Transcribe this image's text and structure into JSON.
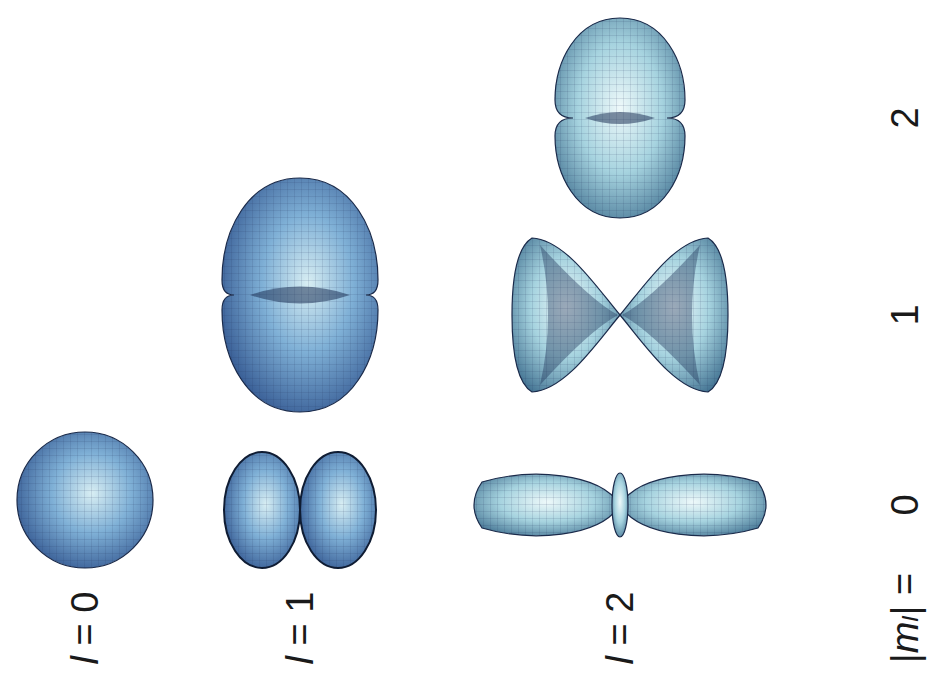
{
  "diagram": {
    "labels": [
      "l = 0",
      "l = 1",
      "l = 2",
      "|mₗ| =",
      "0",
      "1",
      "2"
    ]
  }
}
